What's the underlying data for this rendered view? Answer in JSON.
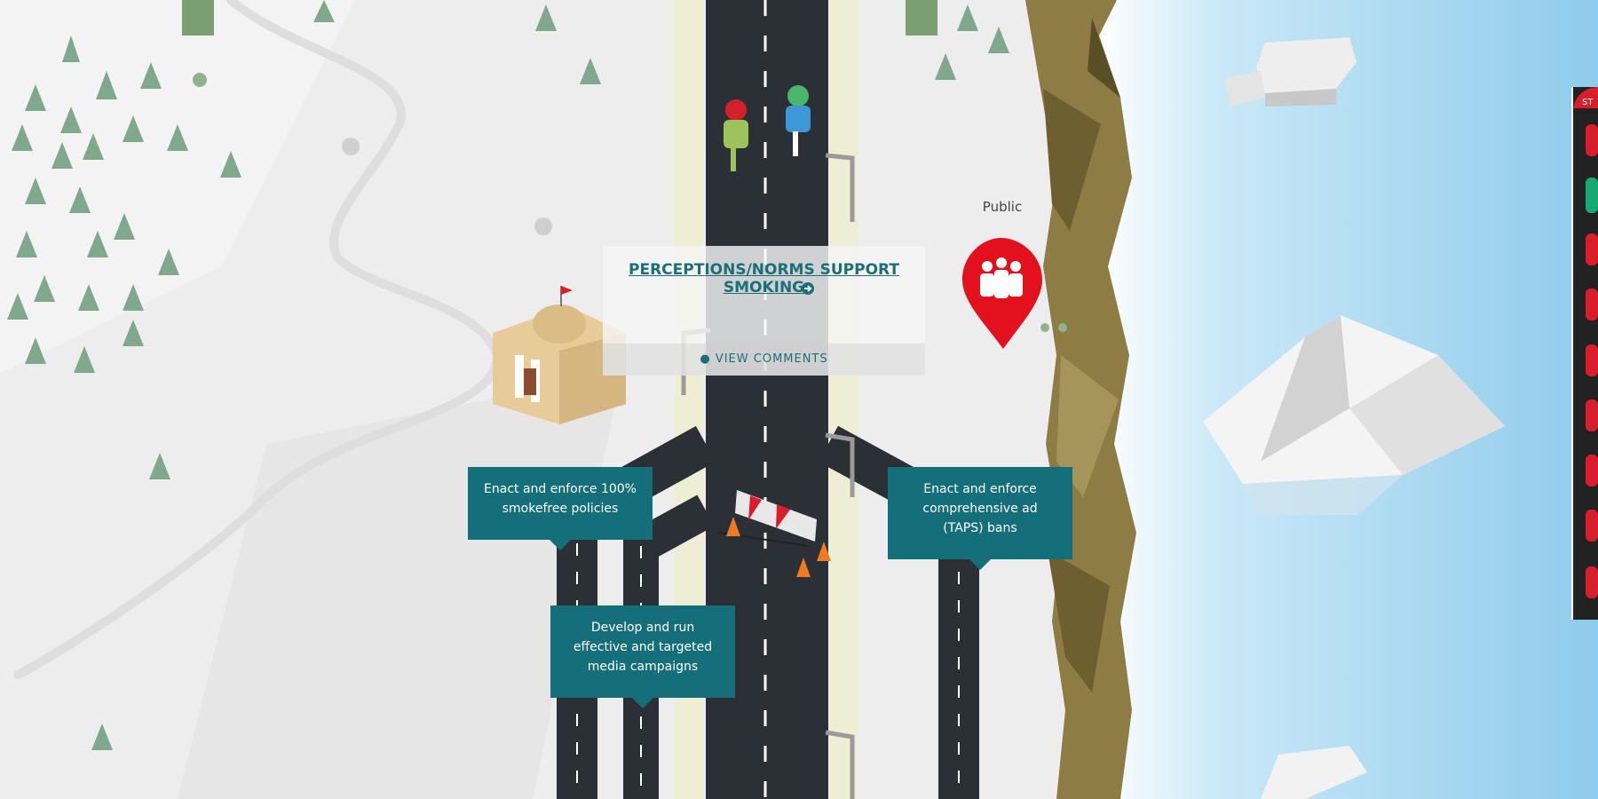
{
  "headline": {
    "title": "PERCEPTIONS/NORMS SUPPORT SMOKING",
    "comments_label": "VIEW COMMENTS"
  },
  "location_pin": {
    "label": "Public",
    "icon": "people-group-icon",
    "color": "#e3101e"
  },
  "callouts": [
    {
      "id": "smokefree",
      "lines": [
        "Enact and enforce 100%",
        "smokefree policies"
      ]
    },
    {
      "id": "media",
      "lines": [
        "Develop and run",
        "effective and targeted",
        "media campaigns"
      ]
    },
    {
      "id": "taps",
      "lines": [
        "Enact and enforce",
        "comprehensive ad",
        "(TAPS) bans"
      ]
    }
  ],
  "side_rail": {
    "tab_label": "ST",
    "icons": [
      "stop-icon",
      "badge-icon",
      "warning-icon",
      "sign-icon",
      "no-entry-icon",
      "marker-icon",
      "marker-icon",
      "marker-icon",
      "marker-icon"
    ]
  },
  "colors": {
    "teal": "#156f7a",
    "red": "#e3101e",
    "road": "#2b2f36",
    "water": "#9fd3ee"
  }
}
